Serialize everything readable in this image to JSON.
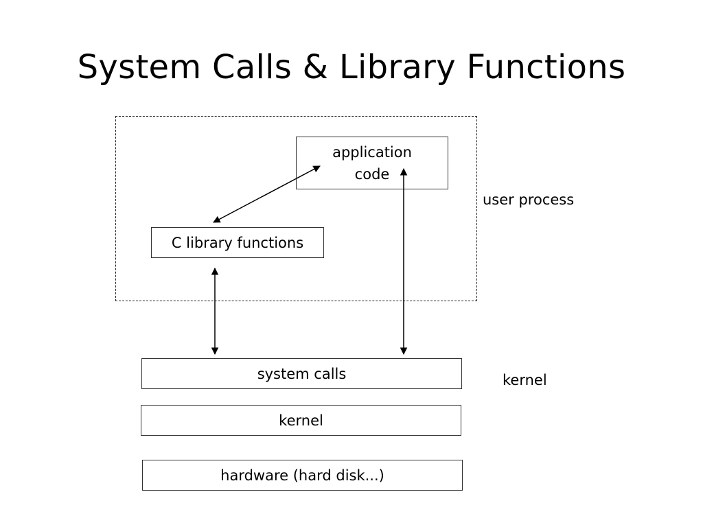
{
  "title": "System Calls & Library Functions",
  "diagram": {
    "application_box": {
      "line1": "application",
      "line2": "code"
    },
    "c_library_box": "C library functions",
    "system_calls_box": "system calls",
    "kernel_box": "kernel",
    "hardware_box": "hardware (hard disk...)",
    "user_process_label": "user process",
    "kernel_side_label": "kernel"
  }
}
